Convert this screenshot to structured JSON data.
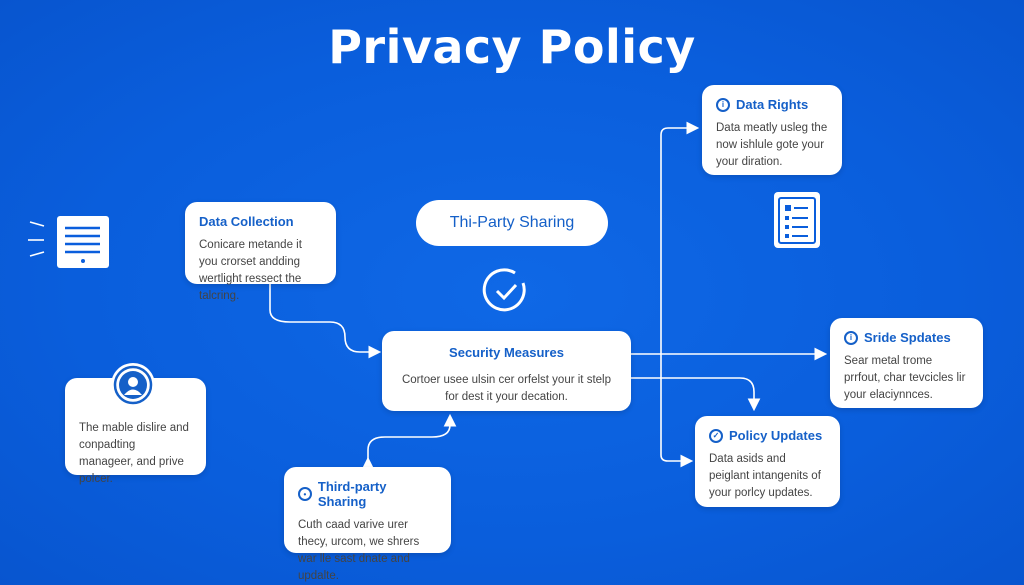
{
  "title": "Privacy Policy",
  "pill": "Thi-Party Sharing",
  "boxes": {
    "data_collection": {
      "title": "Data Collection",
      "text": "Conicare metande it you crorset andding wertlight ressect the talcring."
    },
    "security": {
      "title": "Security Measures",
      "text": "Cortoer usee ulsin cer orfelst your it stelp for dest it your decation."
    },
    "person": {
      "text": "The mable dislire and conpadting manageer, and prive polcer."
    },
    "third_party": {
      "title": "Third-party Sharing",
      "text": "Cuth caad varive urer thecy, urcom, we shrers war lle sast dnate and updalte."
    },
    "data_rights": {
      "title": "Data Rights",
      "text": "Data meatly usleg the now ishlule gote your your diration."
    },
    "sride": {
      "title": "Sride Spdates",
      "text": "Sear metal trome prrfout, char tevcicles lir your elaciynnces."
    },
    "policy": {
      "title": "Policy Updates",
      "text": "Data asids and peiglant intangenits of your porlcy updates."
    }
  },
  "colors": {
    "background": "#0a5edc",
    "accent": "#1560c8"
  }
}
